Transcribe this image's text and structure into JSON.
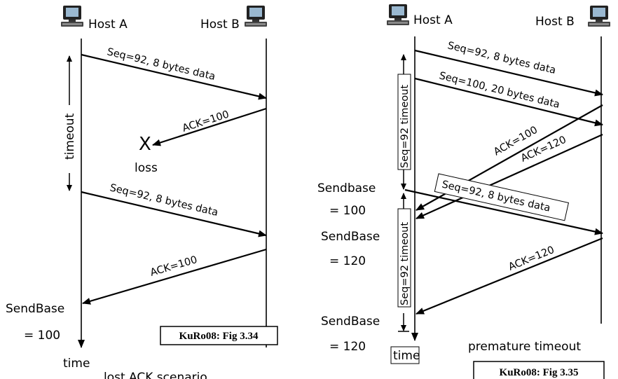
{
  "left_scenario": {
    "host_a": "Host A",
    "host_b": "Host B",
    "msg_1": "Seq=92, 8 bytes data",
    "ack_1": "ACK=100",
    "loss_mark": "X",
    "loss_label": "loss",
    "timeout_label": "timeout",
    "msg_2": "Seq=92, 8 bytes data",
    "ack_2": "ACK=100",
    "sendbase_label": "SendBase",
    "sendbase_value": "= 100",
    "time_label": "time",
    "caption": "lost ACK scenario",
    "figure_ref": "KuRo08: Fig 3.34"
  },
  "right_scenario": {
    "host_a": "Host A",
    "host_b": "Host B",
    "msg_1": "Seq=92, 8 bytes data",
    "msg_2": "Seq=100, 20 bytes data",
    "ack_1": "ACK=100",
    "ack_2": "ACK=120",
    "timeout_1": "Seq=92 timeout",
    "retransmit": "Seq=92, 8 bytes data",
    "ack_3": "ACK=120",
    "timeout_2": "Seq=92 timeout",
    "sendbase_1_label": "Sendbase",
    "sendbase_1_value": "= 100",
    "sendbase_2_label": "SendBase",
    "sendbase_2_value": "= 120",
    "sendbase_3_label": "SendBase",
    "sendbase_3_value": "= 120",
    "time_label": "time",
    "caption": "premature timeout",
    "figure_ref": "KuRo08: Fig 3.35"
  }
}
